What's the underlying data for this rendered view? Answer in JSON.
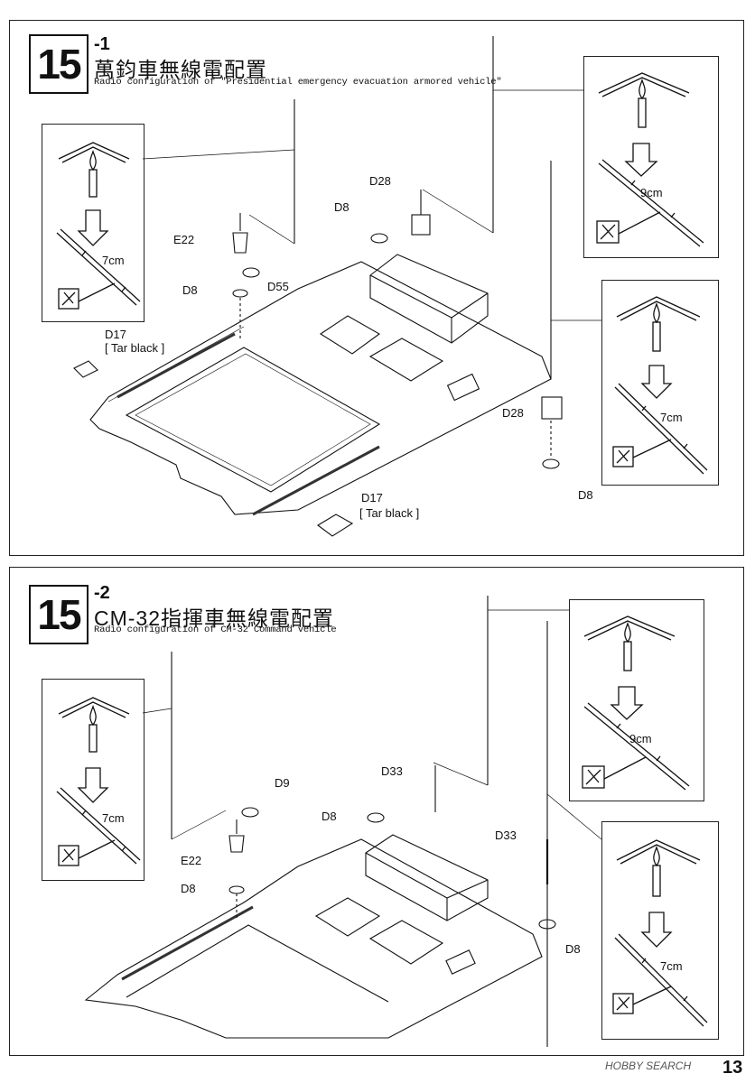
{
  "step1": {
    "number": "15",
    "sub": "-1",
    "title_zh": "萬鈞車無線電配置",
    "title_en": "Radio configuration of \"Presidential emergency evacuation armored vehicle\"",
    "parts": {
      "e22": "E22",
      "d8_a": "D8",
      "d55": "D55",
      "d8_b": "D8",
      "d28_a": "D28",
      "d17_a": "D17",
      "tar_a": "[ Tar black ]",
      "d28_b": "D28",
      "d8_c": "D8",
      "d17_b": "D17",
      "tar_b": "[ Tar black ]"
    },
    "insets": {
      "left_len": "7cm",
      "top_right_len": "9cm",
      "mid_right_len": "7cm"
    }
  },
  "step2": {
    "number": "15",
    "sub": "-2",
    "title_zh": "CM-32指揮車無線電配置",
    "title_en": "Radio configuration of CM-32 Command vehicle",
    "parts": {
      "d9": "D9",
      "e22": "E22",
      "d8_a": "D8",
      "d33_a": "D33",
      "d8_b": "D8",
      "d33_b": "D33",
      "d8_c": "D8"
    },
    "insets": {
      "left_len": "7cm",
      "top_right_len": "9cm",
      "bottom_right_len": "7cm"
    }
  },
  "footer": {
    "watermark": "HOBBY SEARCH",
    "page": "13"
  }
}
